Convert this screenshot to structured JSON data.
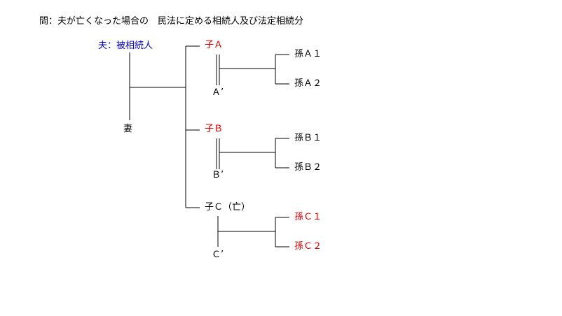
{
  "title": "問：夫が亡くなった場合の　民法に定める相続人及び法定相続分",
  "husband": "夫：被相続人",
  "wife": "妻",
  "childA": "子Ａ",
  "spouseA": "Ａ’",
  "grandA1": "孫Ａ１",
  "grandA2": "孫Ａ２",
  "childB": "子Ｂ",
  "spouseB": "Ｂ’",
  "grandB1": "孫Ｂ１",
  "grandB2": "孫Ｂ２",
  "childC": "子Ｃ（亡）",
  "spouseC": "Ｃ’",
  "grandC1": "孫Ｃ１",
  "grandC2": "孫Ｃ２",
  "colors": {
    "heir": "#e00000",
    "decedent": "#0000e0",
    "line": "#000000"
  }
}
